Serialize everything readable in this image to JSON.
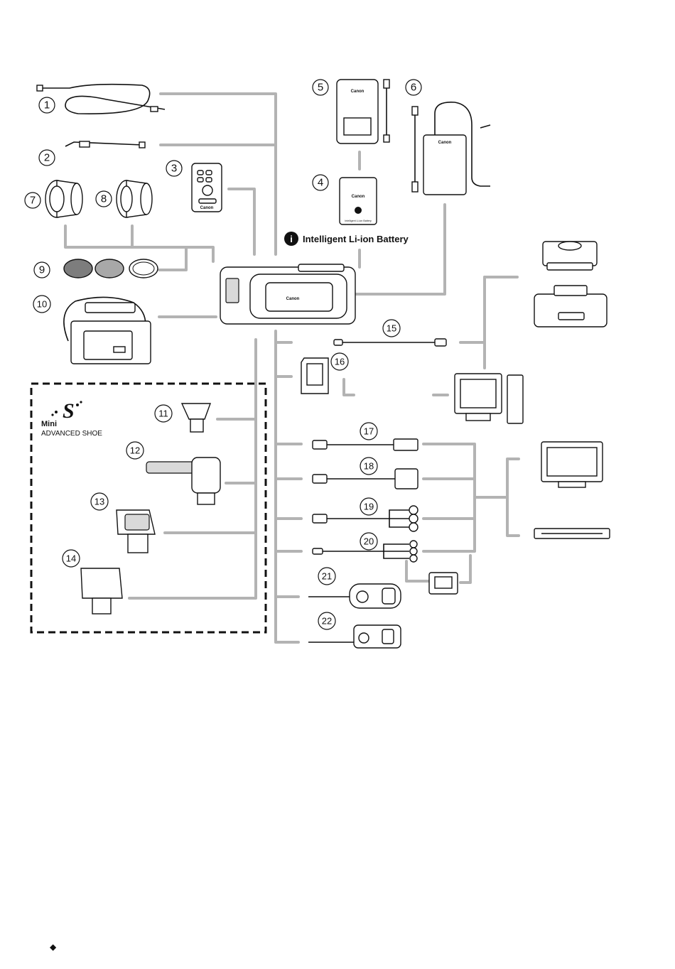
{
  "callouts": [
    "1",
    "2",
    "3",
    "4",
    "5",
    "6",
    "7",
    "8",
    "9",
    "10",
    "11",
    "12",
    "13",
    "14",
    "15",
    "16",
    "17",
    "18",
    "19",
    "20",
    "21",
    "22"
  ],
  "battery_label": "Intelligent Li-ion Battery",
  "battery_icon_glyph": "i",
  "shoe": {
    "mini": "Mini",
    "advanced": "ADVANCED SHOE",
    "logo_glyph": "S"
  },
  "brand": "Canon",
  "battery_small_text": "Intelligent Li-ion Battery",
  "footer_mark": "◆",
  "colors": {
    "connector": "#b3b3b3",
    "ink": "#111111",
    "filter": "#8c8c8c"
  }
}
